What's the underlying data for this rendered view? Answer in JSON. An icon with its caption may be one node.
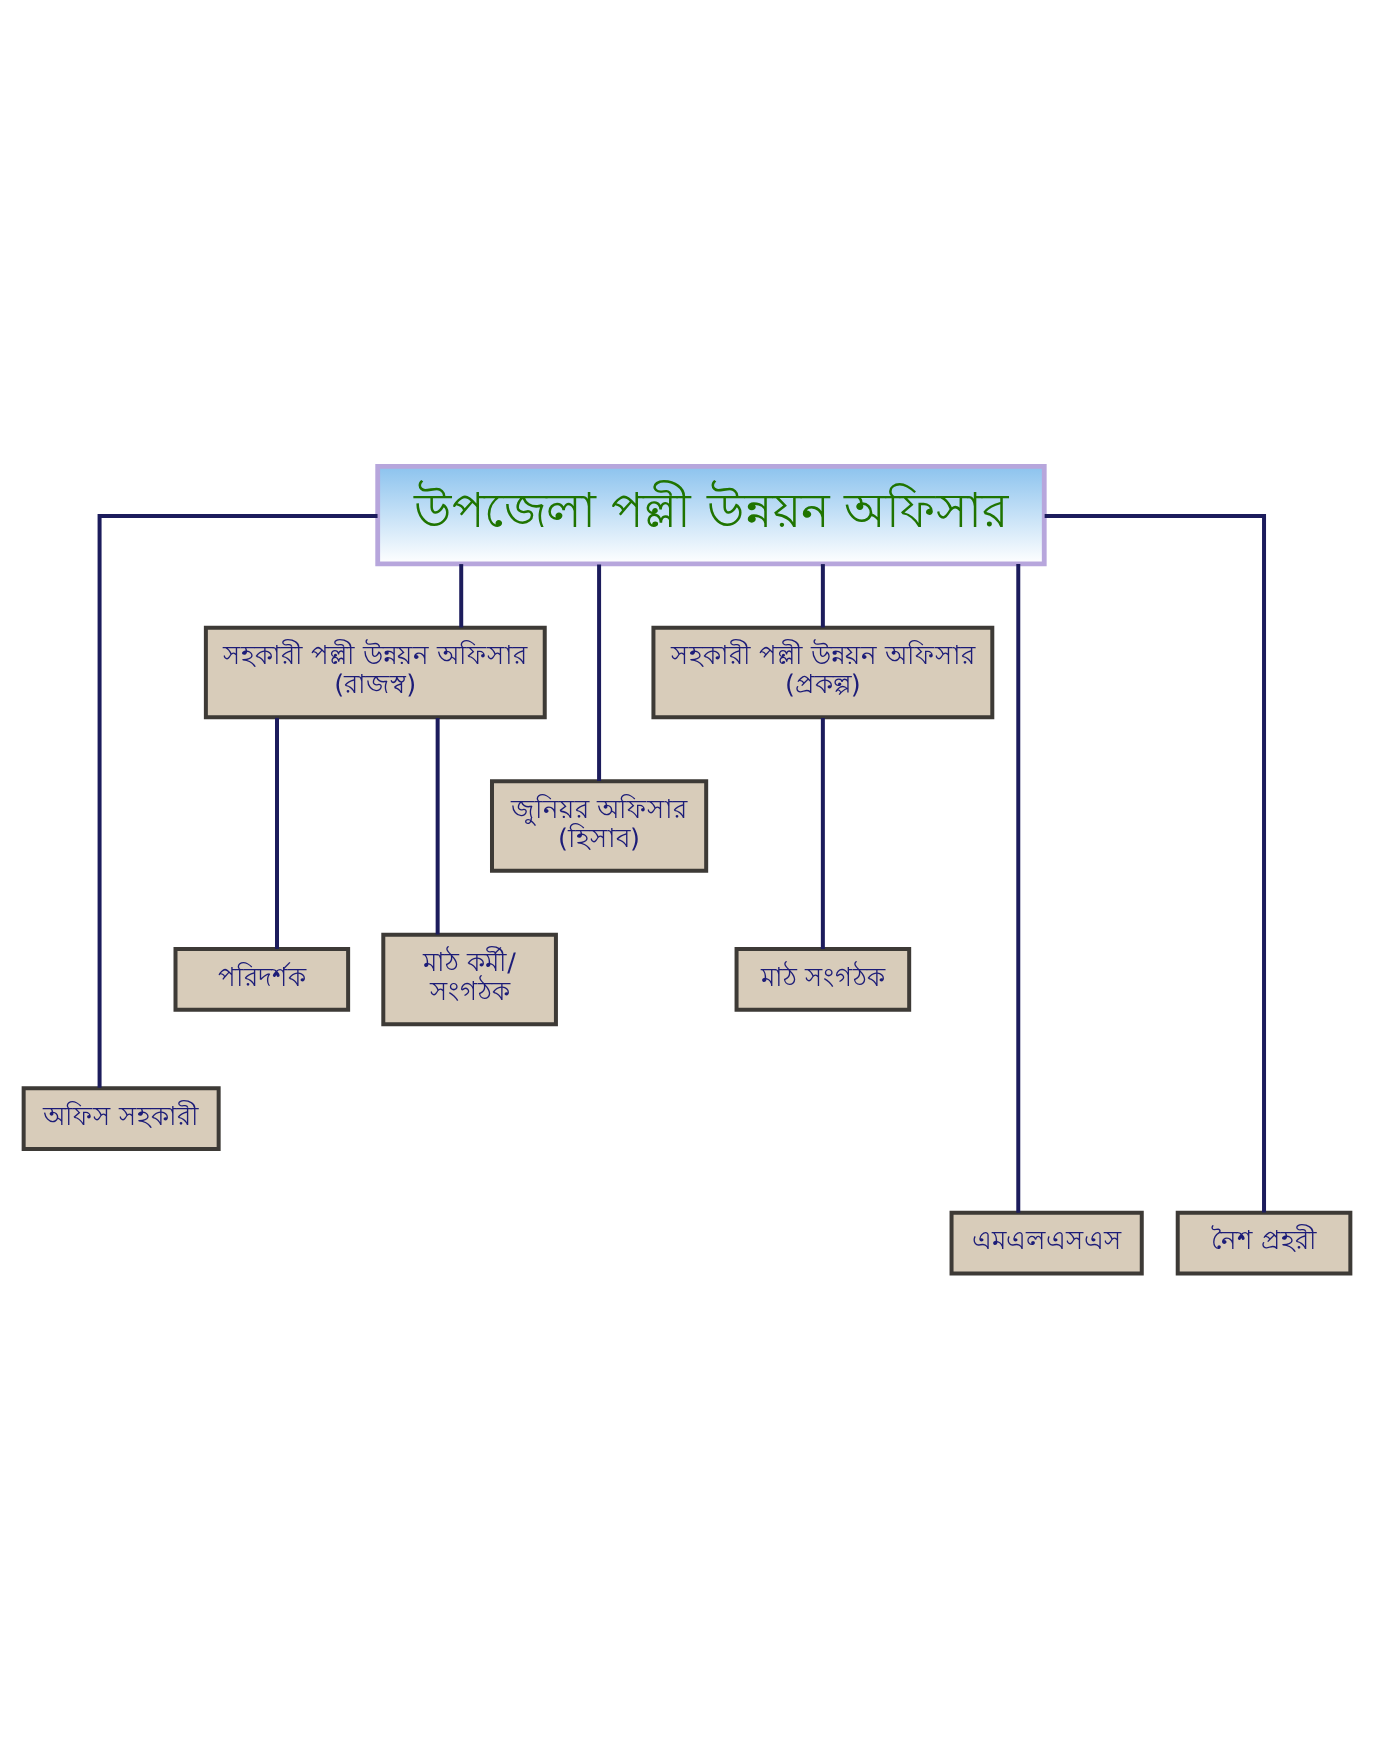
{
  "diagram": {
    "nodes": [
      {
        "text": [
          "উপজেলা পল্লী উন্নয়ন অফিসার"
        ]
      },
      {
        "text": [
          "সহকারী পল্লী উন্নয়ন অফিসার (রাজস্ব)"
        ]
      },
      {
        "text": [
          "সহকারী পল্লী উন্নয়ন অফিসার (প্রকল্প)"
        ]
      },
      {
        "text": [
          "জুনিয়র অফিসার (হিসাব)"
        ]
      },
      {
        "text": [
          "পরিদর্শক"
        ]
      },
      {
        "text": [
          "মাঠ কর্মী/ সংগঠক"
        ]
      },
      {
        "text": [
          "মাঠ সংগঠক"
        ]
      },
      {
        "text": [
          "অফিস সহকারী"
        ]
      },
      {
        "text": [
          "এমএলএসএস"
        ]
      },
      {
        "text": [
          "নৈশ প্রহরী"
        ]
      }
    ],
    "edges": [
      {
        "from": 0,
        "to": 7,
        "arrow": "none"
      },
      {
        "from": 0,
        "to": 1,
        "arrow": "none"
      },
      {
        "from": 0,
        "to": 3,
        "arrow": "none"
      },
      {
        "from": 0,
        "to": 2,
        "arrow": "none"
      },
      {
        "from": 0,
        "to": 8,
        "arrow": "none"
      },
      {
        "from": 0,
        "to": 9,
        "arrow": "none"
      },
      {
        "from": 1,
        "to": 4,
        "arrow": "none"
      },
      {
        "from": 1,
        "to": 5,
        "arrow": "none"
      },
      {
        "from": 2,
        "to": 6,
        "arrow": "none"
      }
    ]
  }
}
